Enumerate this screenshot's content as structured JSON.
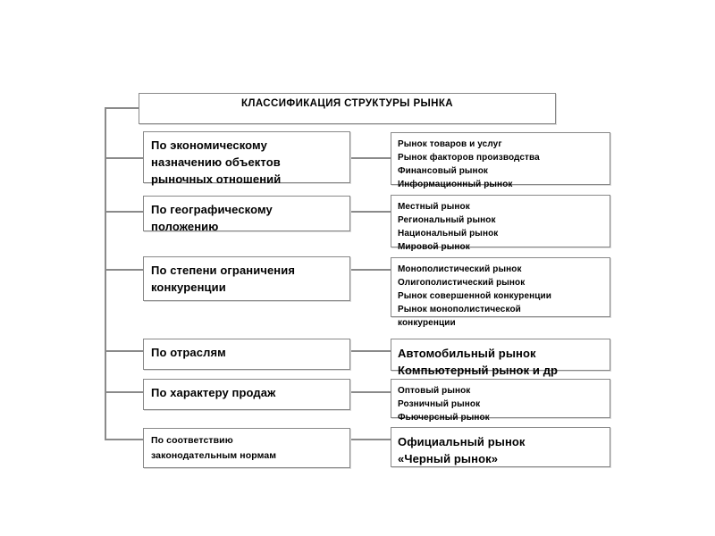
{
  "diagram": {
    "title": "КЛАССИФИКАЦИЯ СТРУКТУРЫ РЫНКА",
    "colors": {
      "background": "#ffffff",
      "box_border": "#888888",
      "connector": "#8a8a8a",
      "text": "#000000"
    },
    "rows": [
      {
        "criterion": "По экономическому\nназначению объектов\nрыночных отношений",
        "values": "Рынок товаров и услуг\nРынок факторов производства\nФинансовый рынок\nИнформационный рынок"
      },
      {
        "criterion": "По географическому\nположению",
        "values": "Местный рынок\nРегиональный рынок\nНациональный рынок\nМировой рынок"
      },
      {
        "criterion": "По степени ограничения\nконкуренции",
        "values": "Монополистический рынок\nОлигополистический рынок\nРынок совершенной конкуренции\nРынок монополистической\nконкуренции"
      },
      {
        "criterion": "По отраслям",
        "values": "Автомобильный  рынок\nКомпьютерный рынок и др"
      },
      {
        "criterion": "По характеру продаж",
        "values": "Оптовый рынок\nРозничный рынок\nФьючерсный рынок"
      },
      {
        "criterion": "По соответствию\nзаконодательным нормам",
        "values": "Официальный рынок\n«Черный рынок»"
      }
    ]
  }
}
